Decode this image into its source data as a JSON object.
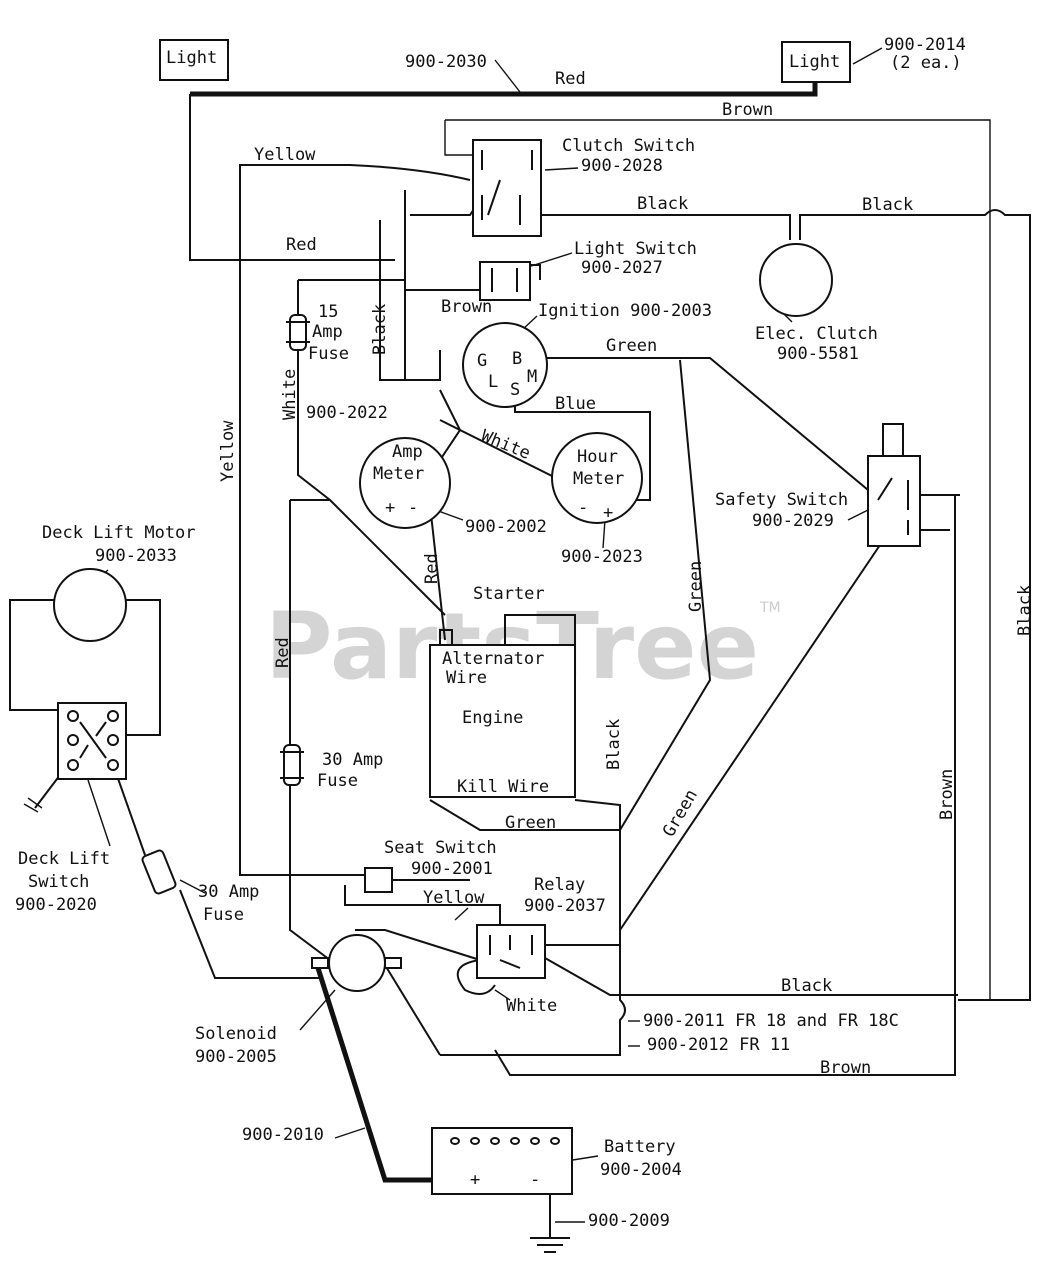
{
  "watermark": {
    "text": "PartsTree",
    "trademark": "TM"
  },
  "components": {
    "light_left": {
      "label": "Light"
    },
    "light_right": {
      "label": "Light",
      "part": "900-2014",
      "qty": "(2 ea.)"
    },
    "clutch_switch": {
      "label": "Clutch Switch",
      "part": "900-2028"
    },
    "light_switch": {
      "label": "Light Switch",
      "part": "900-2027"
    },
    "ignition": {
      "label": "Ignition 900-2003",
      "terminals": {
        "g": "G",
        "b": "B",
        "m": "M",
        "l": "L",
        "s": "S"
      }
    },
    "elec_clutch": {
      "label": "Elec. Clutch",
      "part": "900-5581"
    },
    "fuse_15": {
      "line1": "15",
      "line2": "Amp",
      "line3": "Fuse"
    },
    "amp_meter": {
      "line1": "Amp",
      "line2": "Meter",
      "plus": "+",
      "minus": "-",
      "part": "900-2002"
    },
    "hour_meter": {
      "line1": "Hour",
      "line2": "Meter",
      "plus": "+",
      "minus": "-",
      "part": "900-2023"
    },
    "safety_switch": {
      "label": "Safety Switch",
      "part": "900-2029"
    },
    "deck_lift_motor": {
      "label": "Deck Lift Motor",
      "part": "900-2033"
    },
    "deck_lift_switch": {
      "line1": "Deck Lift",
      "line2": "Switch",
      "part": "900-2020"
    },
    "fuse_30_left": {
      "line1": "30 Amp",
      "line2": "Fuse"
    },
    "fuse_30_center": {
      "line1": "30 Amp",
      "line2": "Fuse"
    },
    "engine": {
      "starter": "Starter",
      "alt1": "Alternator",
      "alt2": "Wire",
      "engine": "Engine",
      "kill": "Kill Wire"
    },
    "seat_switch": {
      "label": "Seat Switch",
      "part": "900-2001"
    },
    "relay": {
      "label": "Relay",
      "part": "900-2037"
    },
    "solenoid": {
      "label": "Solenoid",
      "part": "900-2005"
    },
    "battery": {
      "label": "Battery",
      "part": "900-2004",
      "plus": "+",
      "minus": "-"
    }
  },
  "wire_labels": {
    "red_top": "Red",
    "brown_top": "Brown",
    "part_2030": "900-2030",
    "yellow_top": "Yellow",
    "black_clutch": "Black",
    "black_right": "Black",
    "red_mid": "Red",
    "brown_mid": "Brown",
    "black_vert": "Black",
    "white_vert": "White",
    "part_2022": "900-2022",
    "green_ign": "Green",
    "blue": "Blue",
    "white_diag": "White",
    "yellow_left": "Yellow",
    "red_diag": "Red",
    "green_vert": "Green",
    "black_far_right": "Black",
    "red_left": "Red",
    "black_eng": "Black",
    "brown_right": "Brown",
    "green_bottom": "Green",
    "green_diag": "Green",
    "yellow_seat": "Yellow",
    "white_relay": "White",
    "black_bottom": "Black",
    "brown_bottom": "Brown",
    "part_2011": "900-2011 FR 18 and FR 18C",
    "part_2012": "900-2012 FR 11",
    "part_2010": "900-2010",
    "part_2009": "900-2009"
  }
}
